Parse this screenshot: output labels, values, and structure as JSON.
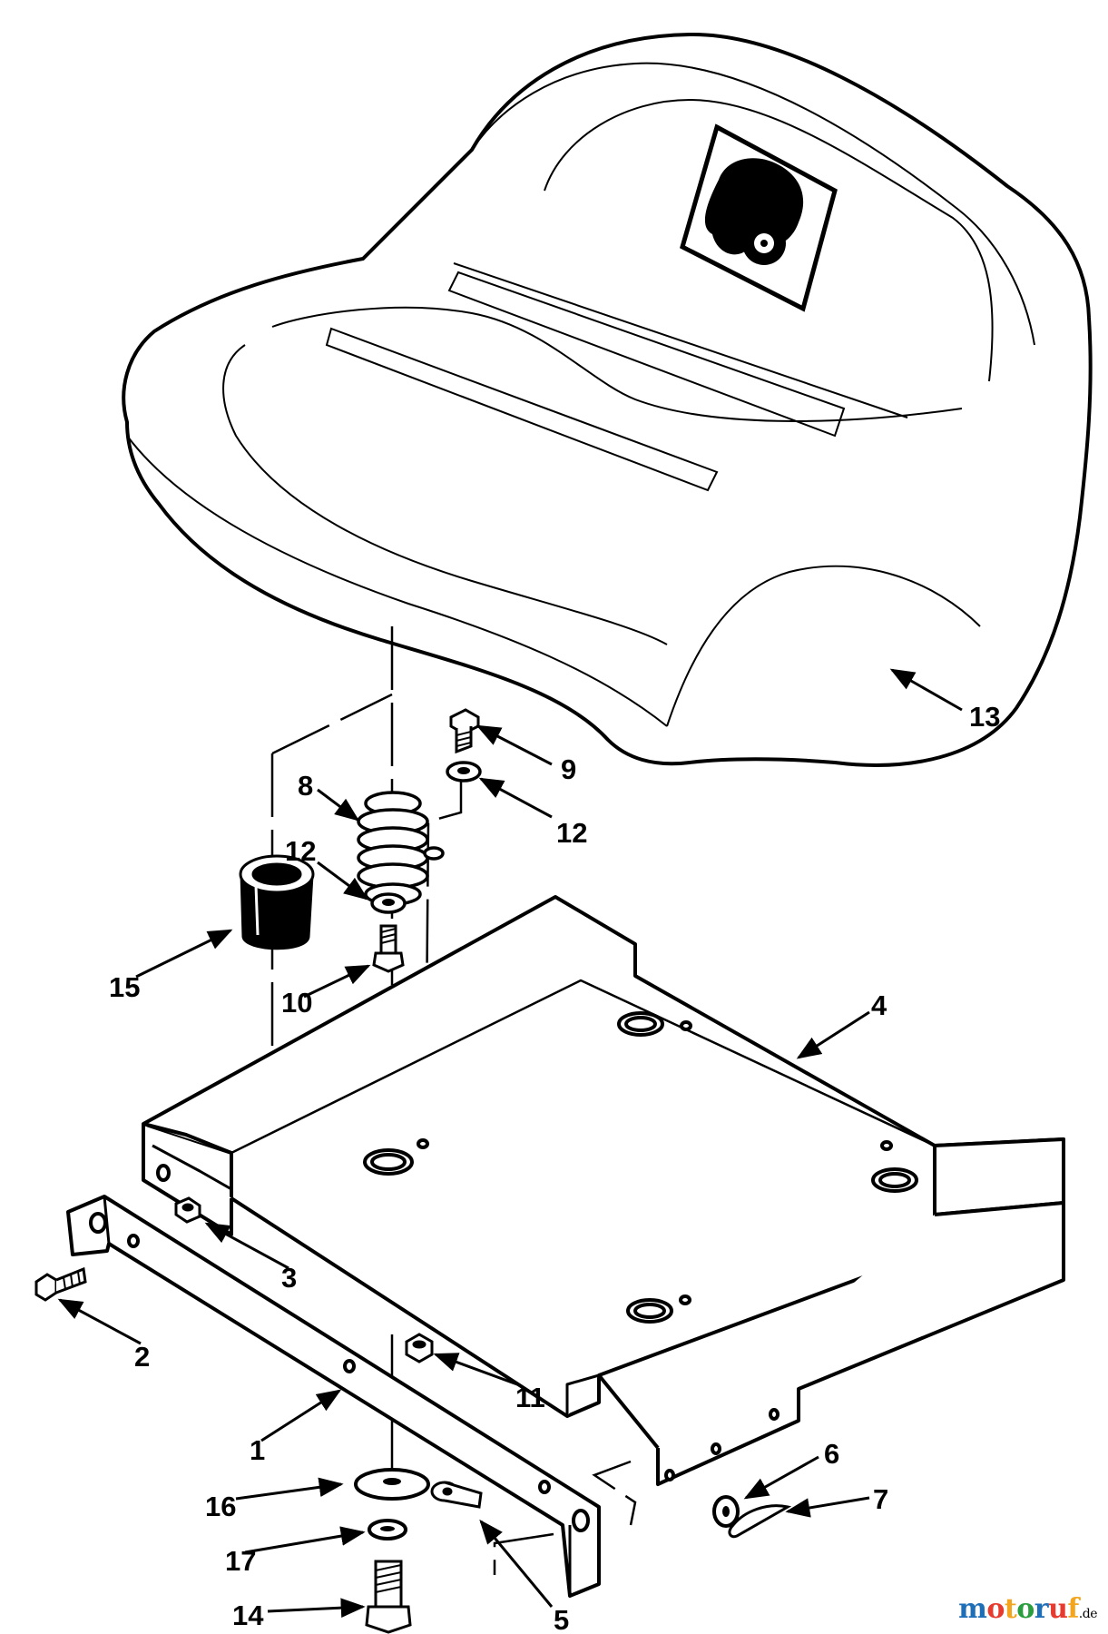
{
  "diagram": {
    "callouts": [
      "13",
      "9",
      "12",
      "8",
      "12",
      "15",
      "10",
      "4",
      "3",
      "2",
      "11",
      "1",
      "6",
      "7",
      "16",
      "17",
      "5",
      "14"
    ]
  },
  "watermark": {
    "letters": [
      {
        "char": "m",
        "color": "#1e6fb8"
      },
      {
        "char": "o",
        "color": "#e63b2e"
      },
      {
        "char": "t",
        "color": "#f2a51d"
      },
      {
        "char": "o",
        "color": "#2a9d3e"
      },
      {
        "char": "r",
        "color": "#1e6fb8"
      },
      {
        "char": "u",
        "color": "#e63b2e"
      },
      {
        "char": "f",
        "color": "#f2a51d"
      }
    ],
    "suffix": ".de"
  }
}
